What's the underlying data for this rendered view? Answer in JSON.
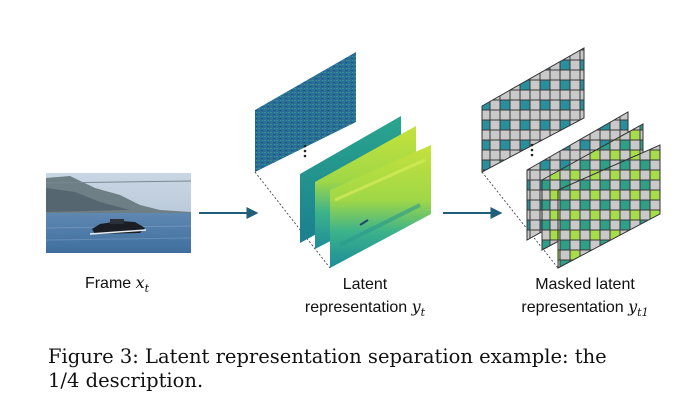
{
  "labels": {
    "frame": {
      "prefix": "Frame ",
      "var": "x",
      "sub": "t"
    },
    "latent": {
      "line1": "Latent",
      "line2_prefix": "representation ",
      "var": "y",
      "sub": "t"
    },
    "masked": {
      "line1": "Masked latent",
      "line2_prefix": "representation ",
      "var": "y",
      "sub": "t1"
    }
  },
  "caption": {
    "line1": "Figure 3: Latent representation separation example: the",
    "line2": "1/4 description."
  },
  "colors": {
    "arrow": "#1f5f7a",
    "grid_line": "#444444",
    "cell_gray": "#c8c8c8",
    "cell_teal": "#1e8c9a",
    "cell_green": "#8fd24a",
    "latent_dark": "#2b5f8a",
    "latent_bright": "#b7e03a"
  },
  "icons": [
    "vertical-ellipsis-icon",
    "right-arrow-icon"
  ]
}
